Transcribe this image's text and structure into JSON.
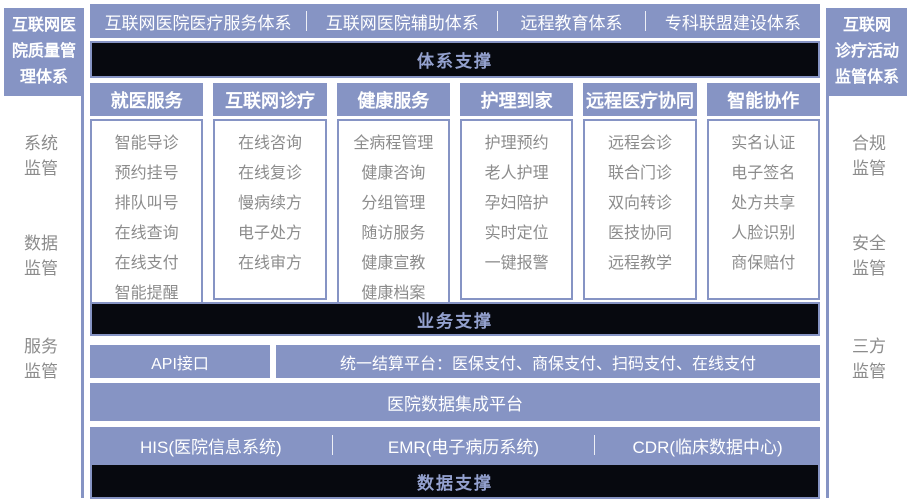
{
  "colors": {
    "purple": "#8694c4",
    "dark": "#07090f",
    "gray": "#8c8c8c",
    "band_text": "#94a1cf"
  },
  "left_sidebar": {
    "title": "互联网医\n院质量管\n理体系",
    "labels": [
      "系统\n监管",
      "数据\n监管",
      "服务\n监管"
    ]
  },
  "right_sidebar": {
    "title": "互联网\n诊疗活动\n监管体系",
    "labels": [
      "合规\n监管",
      "安全\n监管",
      "三方\n监管"
    ]
  },
  "top_bar": {
    "items": [
      "互联网医院医疗服务体系",
      "互联网医院辅助体系",
      "远程教育体系",
      "专科联盟建设体系"
    ]
  },
  "bands": {
    "tier": "体系支撑",
    "business": "业务支撑",
    "data": "数据支撑"
  },
  "columns": [
    {
      "title": "就医服务",
      "items": [
        "智能导诊",
        "预约挂号",
        "排队叫号",
        "在线查询",
        "在线支付",
        "智能提醒"
      ]
    },
    {
      "title": "互联网诊疗",
      "items": [
        "在线咨询",
        "在线复诊",
        "慢病续方",
        "电子处方",
        "在线审方"
      ]
    },
    {
      "title": "健康服务",
      "items": [
        "全病程管理",
        "健康咨询",
        "分组管理",
        "随访服务",
        "健康宣教",
        "健康档案"
      ]
    },
    {
      "title": "护理到家",
      "items": [
        "护理预约",
        "老人护理",
        "孕妇陪护",
        "实时定位",
        "一键报警"
      ]
    },
    {
      "title": "远程医疗协同",
      "items": [
        "远程会诊",
        "联合门诊",
        "双向转诊",
        "医技协同",
        "远程教学"
      ]
    },
    {
      "title": "智能协作",
      "items": [
        "实名认证",
        "电子签名",
        "处方共享",
        "人脸识别",
        "商保赔付"
      ]
    }
  ],
  "platform_row": {
    "api": "API接口",
    "settlement": "统一结算平台：医保支付、商保支付、扫码支付、在线支付"
  },
  "integration_platform": "医院数据集成平台",
  "systems_row": [
    "HIS(医院信息系统)",
    "EMR(电子病历系统)",
    "CDR(临床数据中心)"
  ]
}
